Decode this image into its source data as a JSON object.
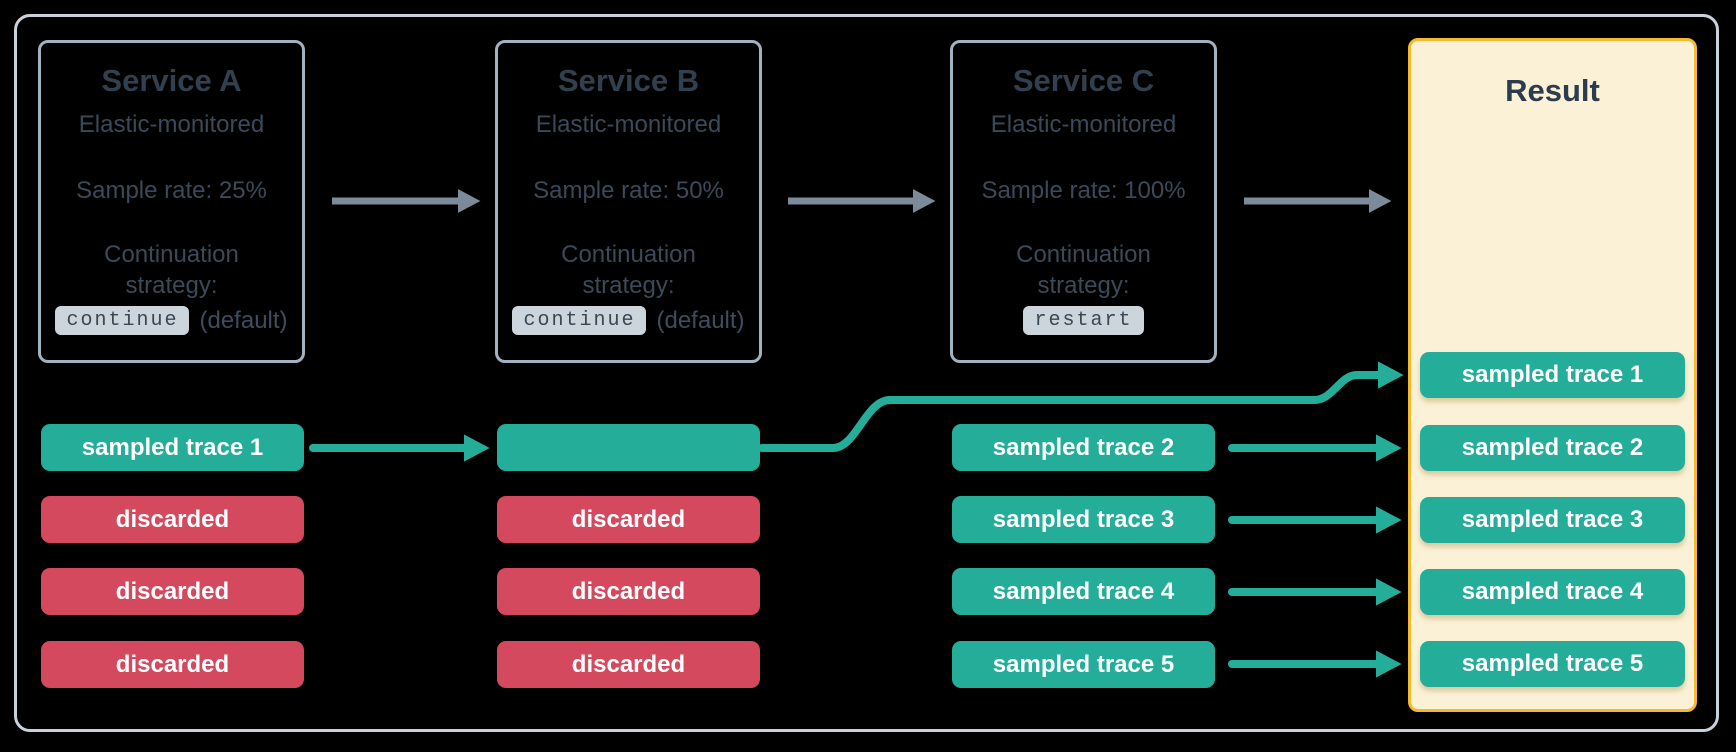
{
  "services": [
    {
      "title": "Service A",
      "monitoring": "Elastic-monitored",
      "sample_rate": "Sample rate: 25%",
      "strategy_label": "Continuation strategy:",
      "strategy_value": "continue",
      "strategy_note": "(default)"
    },
    {
      "title": "Service B",
      "monitoring": "Elastic-monitored",
      "sample_rate": "Sample rate: 50%",
      "strategy_label": "Continuation strategy:",
      "strategy_value": "continue",
      "strategy_note": "(default)"
    },
    {
      "title": "Service C",
      "monitoring": "Elastic-monitored",
      "sample_rate": "Sample rate: 100%",
      "strategy_label": "Continuation strategy:",
      "strategy_value": "restart",
      "strategy_note": ""
    }
  ],
  "trace_rows": {
    "service_a": [
      {
        "label": "sampled trace 1",
        "kind": "sampled"
      },
      {
        "label": "discarded",
        "kind": "discarded"
      },
      {
        "label": "discarded",
        "kind": "discarded"
      },
      {
        "label": "discarded",
        "kind": "discarded"
      }
    ],
    "service_b": [
      {
        "label": "",
        "kind": "sampled"
      },
      {
        "label": "discarded",
        "kind": "discarded"
      },
      {
        "label": "discarded",
        "kind": "discarded"
      },
      {
        "label": "discarded",
        "kind": "discarded"
      }
    ],
    "service_c": [
      {
        "label": "sampled trace 2",
        "kind": "sampled"
      },
      {
        "label": "sampled trace 3",
        "kind": "sampled"
      },
      {
        "label": "sampled trace 4",
        "kind": "sampled"
      },
      {
        "label": "sampled trace 5",
        "kind": "sampled"
      }
    ]
  },
  "result": {
    "title": "Result",
    "rows": [
      "sampled trace 1",
      "sampled trace 2",
      "sampled trace 3",
      "sampled trace 4",
      "sampled trace 5"
    ]
  },
  "colors": {
    "sampled_pill": "#24AE9A",
    "discarded_pill": "#D5495F",
    "teal_arrow": "#24AE9A",
    "gray_arrow": "#7C8B99",
    "result_fill": "#FAF1D6",
    "result_border": "#F4B92D",
    "service_box_border": "#A3B2C0",
    "outer_frame_border": "#C8D2DB",
    "chip_background": "#CCD4DC",
    "title_text": "#31404E",
    "body_text": "#3A4A59",
    "background": "#000000"
  }
}
